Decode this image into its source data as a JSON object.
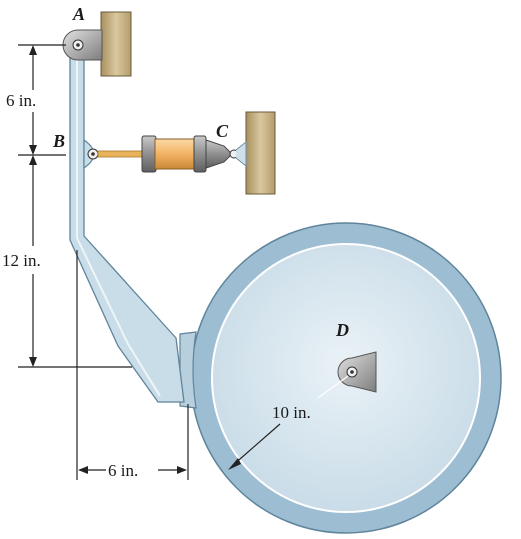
{
  "points": {
    "A": "A",
    "B": "B",
    "C": "C",
    "D": "D"
  },
  "dimensions": {
    "ab": "6 in.",
    "b_to_drum_contact": "12 in.",
    "horizontal": "6 in.",
    "drum_radius": "10 in."
  },
  "colors": {
    "wall": "#c8b48a",
    "lever": "#c9dde8",
    "lever_edge": "#6d8fa3",
    "drum_outer": "#9fbfd3",
    "drum_inner": "#d7e6ee",
    "cylinder": "#f3b86e",
    "rod": "#e8b35b"
  }
}
